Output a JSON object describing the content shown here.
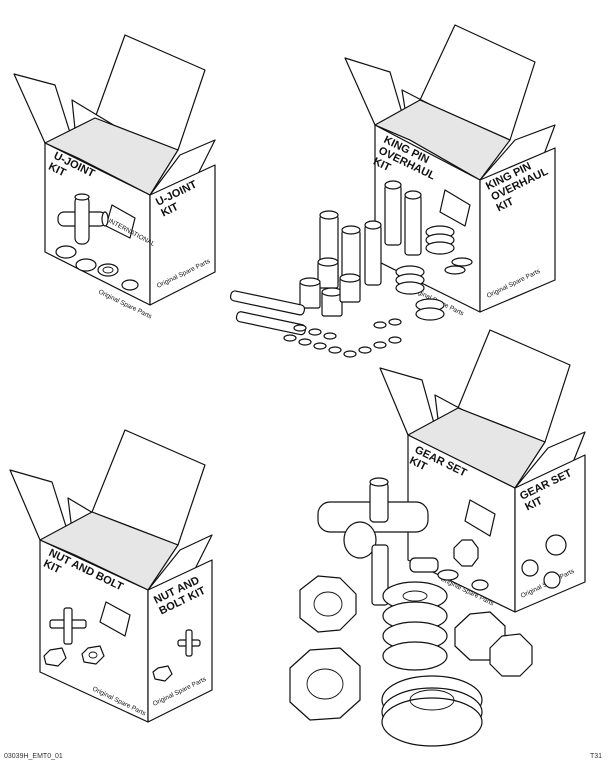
{
  "kits": [
    {
      "front_label_lines": [
        "U-JOINT",
        "KIT"
      ],
      "side_label_lines": [
        "U-JOINT",
        "KIT"
      ],
      "tagline": "Original Spare Parts",
      "icon": "cross-universal-joint-icon"
    },
    {
      "front_label_lines": [
        "KING PIN",
        "OVERHAUL",
        "KIT"
      ],
      "side_label_lines": [
        "KING PIN",
        "OVERHAUL",
        "KIT"
      ],
      "tagline": "Original Spare Parts",
      "icon": "king-pin-bushings-icon"
    },
    {
      "front_label_lines": [
        "NUT AND BOLT",
        "KIT"
      ],
      "side_label_lines": [
        "NUT AND",
        "BOLT KIT"
      ],
      "tagline": "Original Spare Parts",
      "icon": "nut-and-bolt-icon"
    },
    {
      "front_label_lines": [
        "GEAR SET",
        "KIT"
      ],
      "side_label_lines": [
        "GEAR SET",
        "KIT"
      ],
      "tagline": "Original Spare Parts",
      "icon": "differential-gear-icon"
    }
  ],
  "logo_text": "INTERNATIONAL",
  "footer_left": "03039H_EMT0_01",
  "footer_right": "T31",
  "colors": {
    "line": "#111111",
    "background": "#ffffff",
    "shade": "#e6e6e6"
  }
}
